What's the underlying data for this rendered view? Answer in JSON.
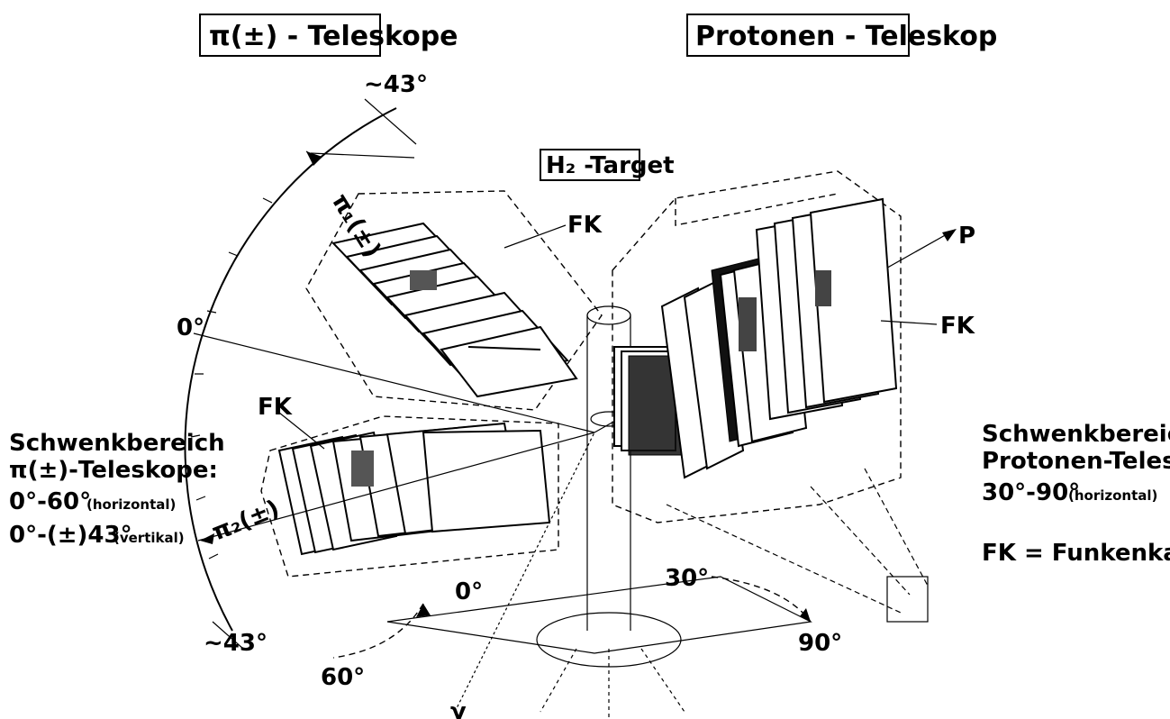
{
  "labels": {
    "pi_teleskope_title": "π(±) - Teleskope",
    "protonen_teleskop_title": "Protonen - Teleskop",
    "h2_target": "H₂ -Target",
    "fk_upper": "FK",
    "fk_left": "FK",
    "fk_right": "FK",
    "p": "P",
    "gamma": "γ",
    "pi1": "π₁(±)",
    "pi2": "π₂(±)",
    "angle_top": "~43°",
    "angle_bottom": "~43°",
    "angle_zero_left": "0°",
    "angle_zero_base": "0°",
    "angle_60": "60°",
    "angle_30": "30°",
    "angle_90": "90°"
  },
  "left_note": {
    "line1": "Schwenkbereich",
    "line2": "π(±)-Teleskope:",
    "line3": "0°-60°",
    "line3_suffix": "(horizontal)",
    "line4": "0°-(±)43°",
    "line4_suffix": "(vertikal)"
  },
  "right_note": {
    "line1": "Schwenkbereich",
    "line2": "Protonen-Teleskop:",
    "line3": "30°-90°",
    "line3_suffix": "(horizontal)",
    "legend": "FK = Funkenkammern"
  }
}
